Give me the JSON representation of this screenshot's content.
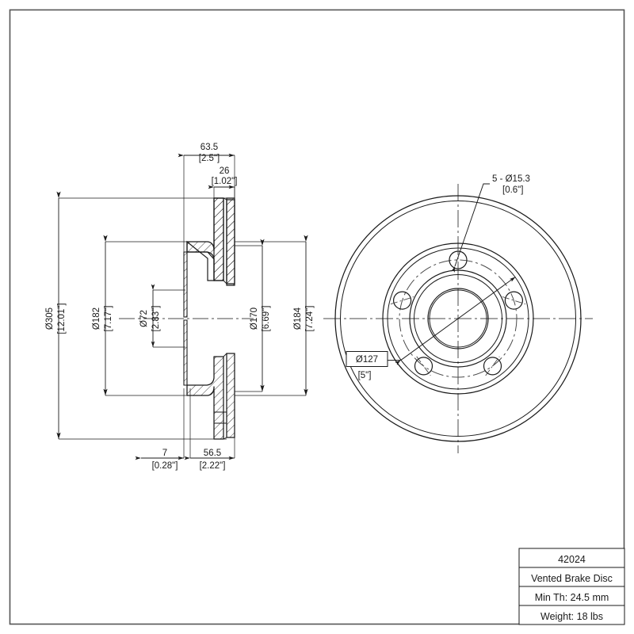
{
  "drawing": {
    "type": "engineering-drawing",
    "units_note": "mm [inch]",
    "border": {
      "color": "#555555"
    },
    "line_color": "#1a1a1a"
  },
  "title_block": {
    "part_number": "42024",
    "description": "Vented Brake Disc",
    "min_thickness": "Min Th: 24.5 mm",
    "weight": "Weight: 18 lbs"
  },
  "section_view": {
    "name": "section-view",
    "dimensions": {
      "outer_diameter": {
        "metric": "Ø305",
        "imperial": "[12.01\"]"
      },
      "hat_flange_diameter": {
        "metric": "Ø182",
        "imperial": "[7.17\"]"
      },
      "center_bore": {
        "metric": "Ø72",
        "imperial": "[2.83\"]"
      },
      "inner_ring_diameter": {
        "metric": "Ø170",
        "imperial": "[6.69\"]"
      },
      "friction_ring_inner": {
        "metric": "Ø184",
        "imperial": "[7.24\"]"
      },
      "overall_width": {
        "metric": "63.5",
        "imperial": "[2.5\"]"
      },
      "hat_depth": {
        "metric": "26",
        "imperial": "[1.02\"]"
      },
      "hat_thickness": {
        "metric": "7",
        "imperial": "[0.28\"]"
      },
      "offset": {
        "metric": "56.5",
        "imperial": "[2.22\"]"
      }
    }
  },
  "front_view": {
    "name": "front-view",
    "callouts": {
      "bolt_holes": {
        "metric": "5 - Ø15.3",
        "imperial": "[0.6\"]"
      },
      "bolt_circle": {
        "metric": "Ø127",
        "imperial": "[5\"]"
      }
    },
    "bolt_hole_count": 5
  },
  "chart_data": {
    "type": "table",
    "title": "Vented Brake Disc 42024",
    "categories": [
      "Ø305 [12.01\"]",
      "Ø184 [7.24\"]",
      "Ø182 [7.17\"]",
      "Ø170 [6.69\"]",
      "Ø127 [5\"]",
      "Ø72 [2.83\"]",
      "Ø15.3 [0.6\"]",
      "63.5 [2.5\"]",
      "56.5 [2.22\"]",
      "26 [1.02\"]",
      "7 [0.28\"]"
    ],
    "values": [
      305,
      184,
      182,
      170,
      127,
      72,
      15.3,
      63.5,
      56.5,
      26,
      7
    ]
  }
}
